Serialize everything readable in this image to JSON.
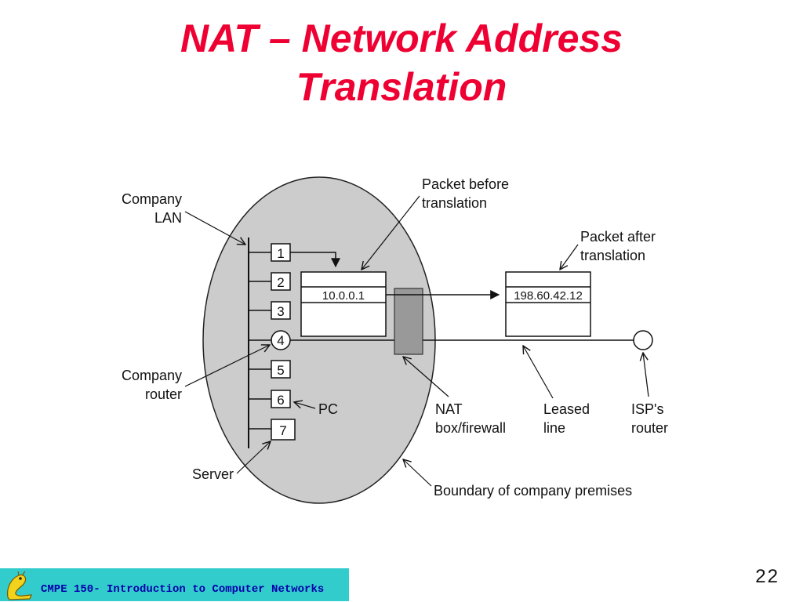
{
  "slide": {
    "title_line1": "NAT – Network Address",
    "title_line2": "Translation",
    "footer": "CMPE 150- Introduction to Computer Networks",
    "page_number": "22",
    "title_color": "#ee0033",
    "footer_color": "#33cccc"
  },
  "diagram": {
    "labels": {
      "company_lan_1": "Company",
      "company_lan_2": "LAN",
      "company_router_1": "Company",
      "company_router_2": "router",
      "server": "Server",
      "pc": "PC",
      "packet_before_1": "Packet before",
      "packet_before_2": "translation",
      "packet_after_1": "Packet after",
      "packet_after_2": "translation",
      "nat_1": "NAT",
      "nat_2": "box/firewall",
      "leased_1": "Leased",
      "leased_2": "line",
      "isp_1": "ISP's",
      "isp_2": "router",
      "boundary": "Boundary of company premises"
    },
    "hosts": [
      "1",
      "2",
      "3",
      "4",
      "5",
      "6",
      "7"
    ],
    "packet_before_address": "10.0.0.1",
    "packet_after_address": "198.60.42.12",
    "colors": {
      "premises": "#cccccc",
      "nat_box": "#999999"
    }
  }
}
